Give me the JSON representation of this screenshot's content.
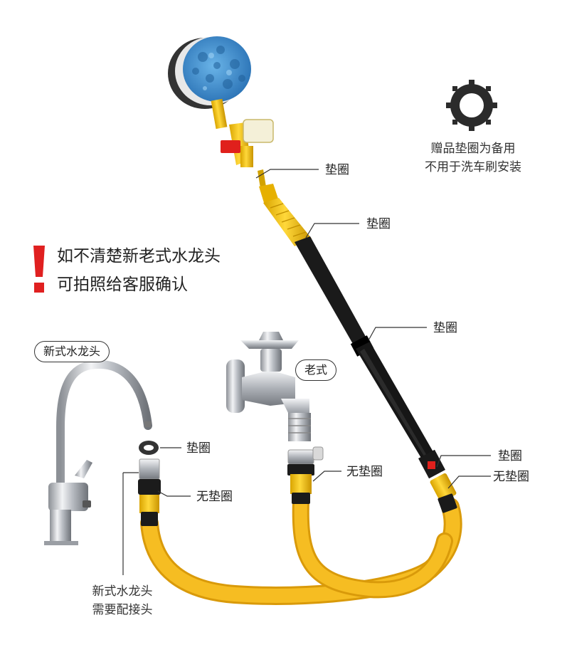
{
  "warning": {
    "line1": "如不清楚新老式水龙头",
    "line2": "可拍照给客服确认",
    "accent_color": "#e02020"
  },
  "gift_washer_note": {
    "line1": "赠品垫圈为备用",
    "line2": "不用于洗车刷安装"
  },
  "faucet_badges": {
    "new": "新式水龙头",
    "old": "老式"
  },
  "callouts": {
    "brush_tip_washer": "垫圈",
    "yellow_grip_washer": "垫圈",
    "pole_joint_washer": "垫圈",
    "pole_bottom_washer": "垫圈",
    "pole_bottom_no_washer": "无垫圈",
    "new_faucet_washer": "垫圈",
    "new_faucet_connector_no_washer": "无垫圈",
    "old_faucet_connector_no_washer": "无垫圈"
  },
  "new_faucet_note": {
    "line1": "新式水龙头",
    "line2": "需要配接头"
  },
  "colors": {
    "hose": "#f2b318",
    "hose_dark": "#d99a0a",
    "pole": "#161616",
    "brush": "#3f8fcf",
    "chrome": "#c9ccd1",
    "connector": "#f4c40f",
    "valve_red": "#e0201c"
  },
  "icons": [
    "brush-head-icon",
    "washer-ring-icon",
    "faucet-icon",
    "quick-connector-icon"
  ]
}
